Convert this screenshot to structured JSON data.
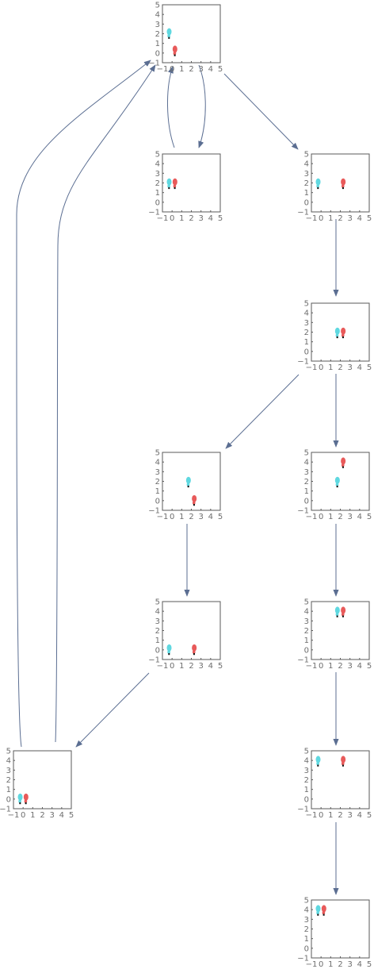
{
  "axis": {
    "x_ticks": [
      "−1",
      "0",
      "1",
      "2",
      "3",
      "4",
      "5"
    ],
    "y_ticks": [
      "5",
      "4",
      "3",
      "2",
      "1",
      "0",
      "−1"
    ],
    "range": [
      -1,
      5
    ]
  },
  "colors": {
    "cyan": "#5fd8e0",
    "red": "#e85a5a",
    "marker": "#111111",
    "edge": "#5b6e92",
    "frame": "#5a5a5a"
  },
  "plots": [
    {
      "id": "p0",
      "cyan": [
        -0.3,
        2.0
      ],
      "red": [
        0.3,
        0.2
      ]
    },
    {
      "id": "p1",
      "cyan": [
        -0.3,
        1.9
      ],
      "red": [
        0.3,
        1.9
      ]
    },
    {
      "id": "p2",
      "cyan": [
        -0.3,
        1.9
      ],
      "red": [
        2.3,
        1.9
      ]
    },
    {
      "id": "p3",
      "cyan": [
        1.7,
        1.9
      ],
      "red": [
        2.3,
        1.9
      ]
    },
    {
      "id": "p4",
      "cyan": [
        1.7,
        1.9
      ],
      "red": [
        2.3,
        0.0
      ]
    },
    {
      "id": "p5",
      "cyan": [
        1.7,
        1.9
      ],
      "red": [
        2.3,
        3.9
      ]
    },
    {
      "id": "p6",
      "cyan": [
        -0.3,
        0.0
      ],
      "red": [
        2.3,
        0.0
      ]
    },
    {
      "id": "p7",
      "cyan": [
        1.7,
        3.9
      ],
      "red": [
        2.3,
        3.9
      ]
    },
    {
      "id": "p8",
      "cyan": [
        -0.3,
        0.0
      ],
      "red": [
        0.3,
        0.0
      ]
    },
    {
      "id": "p9",
      "cyan": [
        -0.3,
        3.9
      ],
      "red": [
        2.3,
        3.9
      ]
    },
    {
      "id": "p10",
      "cyan": [
        -0.3,
        3.9
      ],
      "red": [
        0.3,
        3.9
      ]
    }
  ],
  "edges": [
    {
      "from": "p0",
      "to": "p1"
    },
    {
      "from": "p1",
      "to": "p0"
    },
    {
      "from": "p0",
      "to": "p2"
    },
    {
      "from": "p2",
      "to": "p3"
    },
    {
      "from": "p3",
      "to": "p4"
    },
    {
      "from": "p3",
      "to": "p5"
    },
    {
      "from": "p4",
      "to": "p6"
    },
    {
      "from": "p5",
      "to": "p7"
    },
    {
      "from": "p6",
      "to": "p8"
    },
    {
      "from": "p8",
      "to": "p0"
    },
    {
      "from": "p0",
      "to": "p8"
    },
    {
      "from": "p7",
      "to": "p9"
    },
    {
      "from": "p9",
      "to": "p10"
    }
  ]
}
